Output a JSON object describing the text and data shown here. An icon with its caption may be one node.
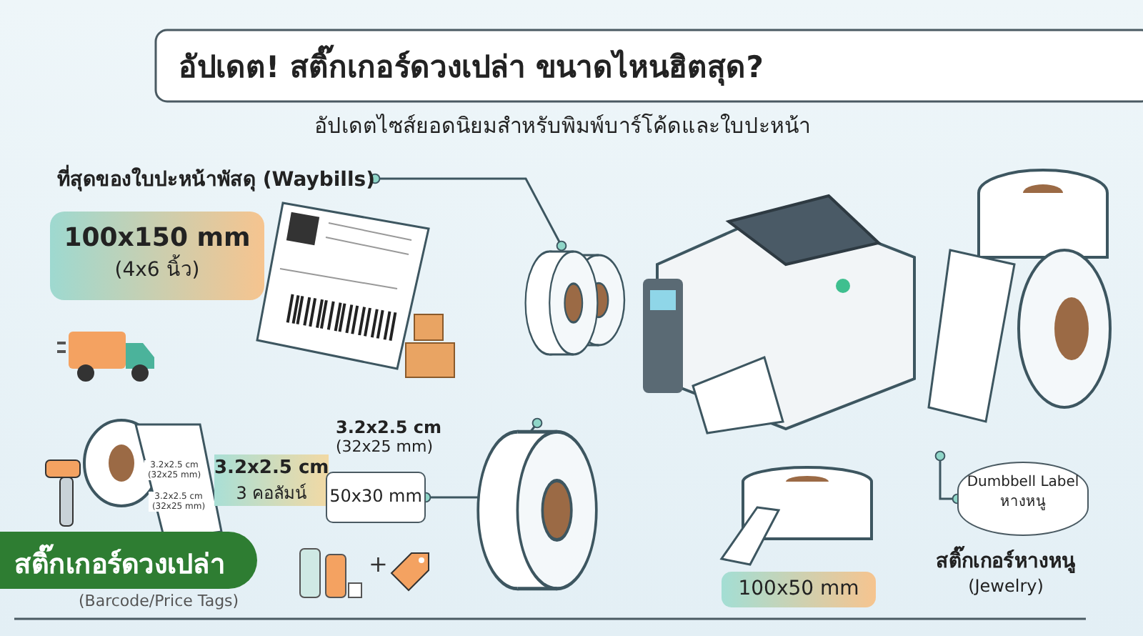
{
  "diagram": {
    "title": "อัปเดต! สติ๊กเกอร์ดวงเปล่า ขนาดไหนฮิตสุด?",
    "nodes": [
      {
        "text": [
          "ที่สุดของใบปะหน้าพัสดุ (Waybills)"
        ]
      },
      {
        "text": [],
        "shape": "picture"
      },
      {
        "text": [
          "100x150 mm",
          "(4x6 นิ้ว)"
        ]
      },
      {
        "text": [
          "3.2x2.5 cm",
          "3 คอลัมน์"
        ]
      },
      {
        "text": [
          "50x30 mm"
        ],
        "beside": [
          "3.2x2.5 cm",
          "(32x25 mm)"
        ]
      },
      {
        "text": [],
        "shape": "picture"
      },
      {
        "text": [
          "Dumbbell Label หางหนู"
        ],
        "beside": [
          "สติ๊กเกอร์หางหนู",
          "(Jewelry)"
        ]
      },
      {
        "text": [
          "100x50 mm"
        ]
      },
      {
        "text": [
          "สติ๊กเกอร์ดวงเปล่า"
        ]
      }
    ],
    "edges": [
      {
        "from": 0,
        "to": 1,
        "arrow": "other"
      },
      {
        "from": 4,
        "to": 5,
        "arrow": "other"
      },
      {
        "from": null,
        "to": 6,
        "arrow": "other"
      }
    ],
    "labels": [
      "อัปเดตไซส์ยอดนิยมสำหรับพิมพ์บาร์โค้ดและใบปะหน้า",
      "3.2x2.5 cm (32x25 mm)",
      "3.2x2.5 cm (32x25 mm)",
      "(Barcode/Price Tags)",
      "+"
    ]
  }
}
